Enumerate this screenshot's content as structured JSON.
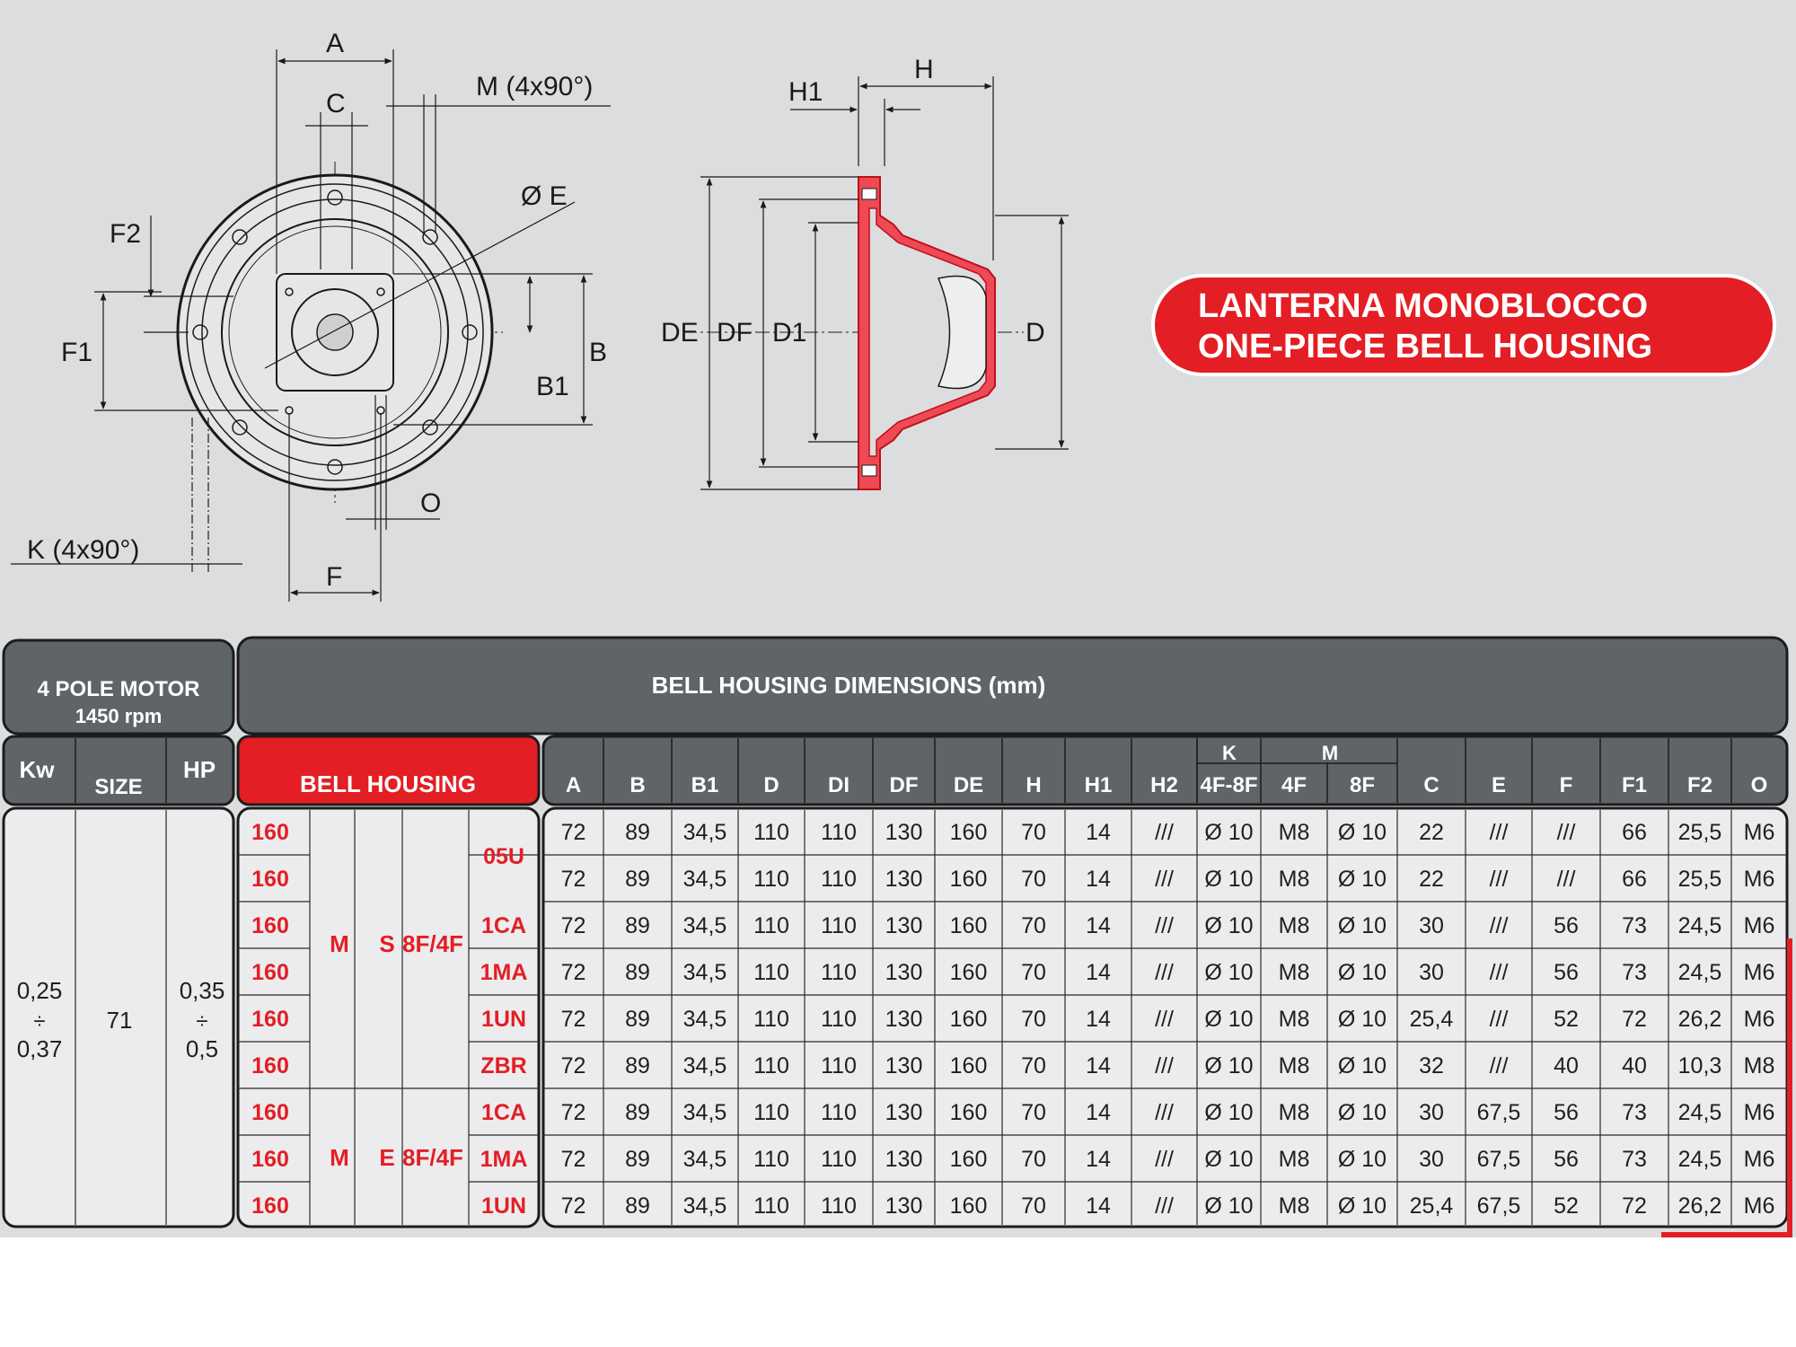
{
  "title_badge": {
    "line1": "LANTERNA MONOBLOCCO",
    "line2": "ONE-PIECE BELL HOUSING",
    "color": "#e31e24"
  },
  "drawing_labels": {
    "A": "A",
    "C": "C",
    "M": "M (4x90°)",
    "E": "Ø E",
    "F2": "F2",
    "F1": "F1",
    "B": "B",
    "B1": "B1",
    "O": "O",
    "K": "K (4x90°)",
    "F": "F",
    "H": "H",
    "H1": "H1",
    "DE": "DE",
    "DF": "DF",
    "D1": "D1",
    "D": "D"
  },
  "table": {
    "motor_header_line1": "4 POLE MOTOR",
    "motor_header_line2": "1450 rpm",
    "dims_header": "BELL HOUSING DIMENSIONS (mm)",
    "col_kw": "Kw",
    "col_size": "SIZE",
    "col_hp": "HP",
    "col_bell": "BELL HOUSING",
    "dim_columns": [
      "A",
      "B",
      "B1",
      "D",
      "DI",
      "DF",
      "DE",
      "H",
      "H1",
      "H2",
      "4F-8F",
      "4F",
      "8F",
      "C",
      "E",
      "F",
      "F1",
      "F2",
      "O"
    ],
    "group_k": "K",
    "group_m": "M",
    "kw_line1": "0,25",
    "kw_div": "÷",
    "kw_line2": "0,37",
    "size": "71",
    "hp_line1": "0,35",
    "hp_div": "÷",
    "hp_line2": "0,5",
    "group1": {
      "m": "M",
      "s": "S",
      "f": "8F/4F"
    },
    "group2": {
      "m": "M",
      "s": "E",
      "f": "8F/4F"
    },
    "bell_codes": [
      "160",
      "160",
      "160",
      "160",
      "160",
      "160",
      "160",
      "160",
      "160"
    ],
    "type_codes": [
      "05U",
      "1CA",
      "1MA",
      "1UN",
      "ZBR",
      "1CA",
      "1MA",
      "1UN"
    ],
    "rows": [
      [
        "72",
        "89",
        "34,5",
        "110",
        "110",
        "130",
        "160",
        "70",
        "14",
        "///",
        "Ø 10",
        "M8",
        "Ø 10",
        "22",
        "///",
        "///",
        "66",
        "25,5",
        "M6"
      ],
      [
        "72",
        "89",
        "34,5",
        "110",
        "110",
        "130",
        "160",
        "70",
        "14",
        "///",
        "Ø 10",
        "M8",
        "Ø 10",
        "22",
        "///",
        "///",
        "66",
        "25,5",
        "M6"
      ],
      [
        "72",
        "89",
        "34,5",
        "110",
        "110",
        "130",
        "160",
        "70",
        "14",
        "///",
        "Ø 10",
        "M8",
        "Ø 10",
        "30",
        "///",
        "56",
        "73",
        "24,5",
        "M6"
      ],
      [
        "72",
        "89",
        "34,5",
        "110",
        "110",
        "130",
        "160",
        "70",
        "14",
        "///",
        "Ø 10",
        "M8",
        "Ø 10",
        "30",
        "///",
        "56",
        "73",
        "24,5",
        "M6"
      ],
      [
        "72",
        "89",
        "34,5",
        "110",
        "110",
        "130",
        "160",
        "70",
        "14",
        "///",
        "Ø 10",
        "M8",
        "Ø 10",
        "25,4",
        "///",
        "52",
        "72",
        "26,2",
        "M6"
      ],
      [
        "72",
        "89",
        "34,5",
        "110",
        "110",
        "130",
        "160",
        "70",
        "14",
        "///",
        "Ø 10",
        "M8",
        "Ø 10",
        "32",
        "///",
        "40",
        "40",
        "10,3",
        "M8"
      ],
      [
        "72",
        "89",
        "34,5",
        "110",
        "110",
        "130",
        "160",
        "70",
        "14",
        "///",
        "Ø 10",
        "M8",
        "Ø 10",
        "30",
        "67,5",
        "56",
        "73",
        "24,5",
        "M6"
      ],
      [
        "72",
        "89",
        "34,5",
        "110",
        "110",
        "130",
        "160",
        "70",
        "14",
        "///",
        "Ø 10",
        "M8",
        "Ø 10",
        "30",
        "67,5",
        "56",
        "73",
        "24,5",
        "M6"
      ],
      [
        "72",
        "89",
        "34,5",
        "110",
        "110",
        "130",
        "160",
        "70",
        "14",
        "///",
        "Ø 10",
        "M8",
        "Ø 10",
        "25,4",
        "67,5",
        "52",
        "72",
        "26,2",
        "M6"
      ]
    ]
  }
}
